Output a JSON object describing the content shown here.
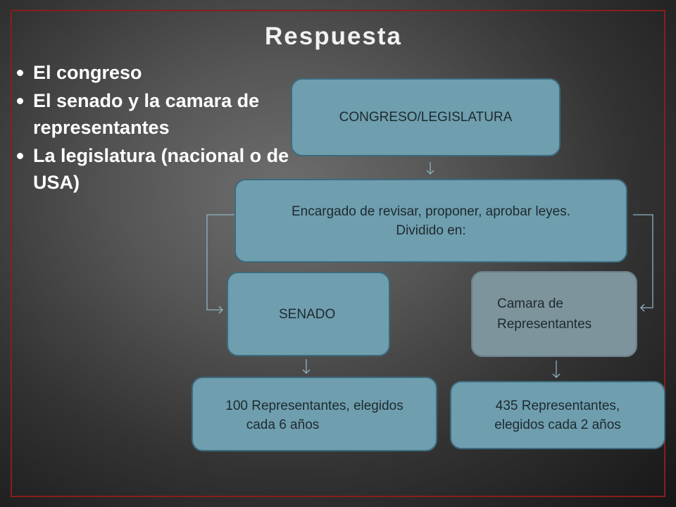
{
  "title": "Respuesta",
  "bullets": [
    "El congreso",
    "El senado y la camara de representantes",
    "La legislatura (nacional o de USA)"
  ],
  "diagram": {
    "congreso": "CONGRESO/LEGISLATURA",
    "encargado": [
      "Encargado de revisar, proponer, aprobar leyes.",
      "Dividido en:"
    ],
    "senado": "SENADO",
    "camara": [
      "Camara de",
      "Representantes"
    ],
    "senado_detail": [
      "100 Representantes, elegidos",
      "cada 6 años"
    ],
    "camara_detail": [
      "435 Representantes,",
      "elegidos cada 2 años"
    ]
  },
  "colors": {
    "box_fill": "#6f9eae",
    "box_border": "#3c6a7c",
    "camara_fill": "#7d949c",
    "frame_border": "#8a1c1c",
    "connector": "#8fb3c0"
  }
}
